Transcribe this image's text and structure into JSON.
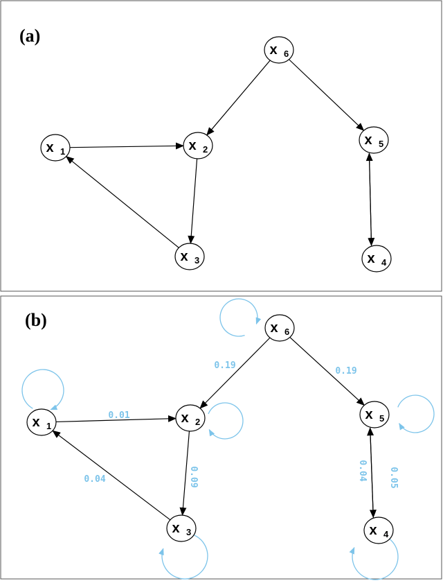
{
  "colors": {
    "weights": "#7dc4ea",
    "edges": "#000000"
  },
  "panel_a": {
    "label": "(a)",
    "nodes": [
      {
        "id": "x1",
        "letter": "x",
        "sub": "1"
      },
      {
        "id": "x2",
        "letter": "x",
        "sub": "2"
      },
      {
        "id": "x3",
        "letter": "x",
        "sub": "3"
      },
      {
        "id": "x4",
        "letter": "x",
        "sub": "4"
      },
      {
        "id": "x5",
        "letter": "x",
        "sub": "5"
      },
      {
        "id": "x6",
        "letter": "x",
        "sub": "6"
      }
    ],
    "edges": [
      {
        "from": "x6",
        "to": "x2"
      },
      {
        "from": "x6",
        "to": "x5"
      },
      {
        "from": "x1",
        "to": "x2"
      },
      {
        "from": "x2",
        "to": "x3"
      },
      {
        "from": "x3",
        "to": "x1"
      },
      {
        "from": "x4",
        "to": "x5"
      },
      {
        "from": "x5",
        "to": "x4"
      }
    ]
  },
  "panel_b": {
    "label": "(b)",
    "nodes": [
      {
        "id": "x1",
        "letter": "x",
        "sub": "1"
      },
      {
        "id": "x2",
        "letter": "x",
        "sub": "2"
      },
      {
        "id": "x3",
        "letter": "x",
        "sub": "3"
      },
      {
        "id": "x4",
        "letter": "x",
        "sub": "4"
      },
      {
        "id": "x5",
        "letter": "x",
        "sub": "5"
      },
      {
        "id": "x6",
        "letter": "x",
        "sub": "6"
      }
    ],
    "edges": [
      {
        "from": "x6",
        "to": "x2",
        "weight": "0.19"
      },
      {
        "from": "x6",
        "to": "x5",
        "weight": "0.19"
      },
      {
        "from": "x1",
        "to": "x2",
        "weight": "0.01"
      },
      {
        "from": "x2",
        "to": "x3",
        "weight": "0.09"
      },
      {
        "from": "x3",
        "to": "x1",
        "weight": "0.04"
      },
      {
        "from": "x4",
        "to": "x5",
        "weight": "0.04"
      },
      {
        "from": "x5",
        "to": "x4",
        "weight": "0.05"
      }
    ],
    "self_loops": [
      "x1",
      "x2",
      "x3",
      "x4",
      "x5",
      "x6"
    ]
  }
}
